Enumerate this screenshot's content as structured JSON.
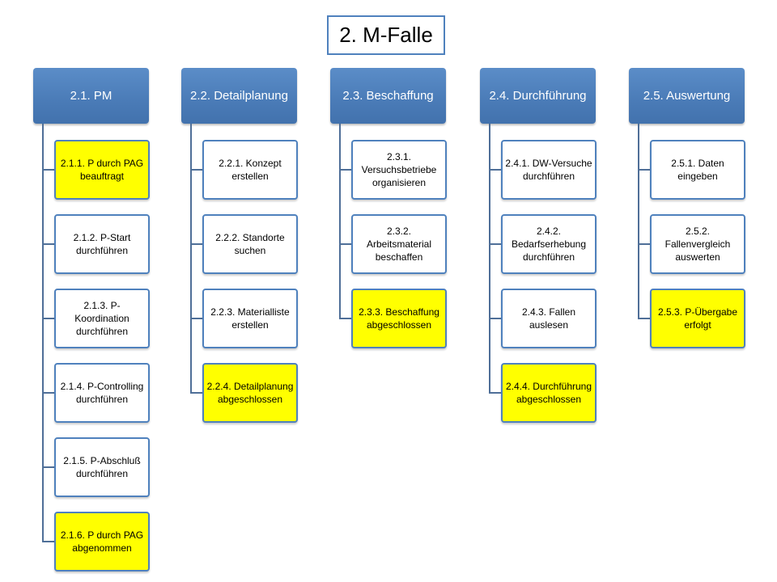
{
  "title": "2. M-Falle",
  "colors": {
    "header_fill": "#4f81bd",
    "box_border": "#4f81bd",
    "highlight": "#ffff00",
    "connector": "#4f6f98"
  },
  "columns": [
    {
      "label": "2.1. PM",
      "items": [
        {
          "label": "2.1.1. P durch PAG beauftragt",
          "highlighted": true
        },
        {
          "label": "2.1.2. P-Start durchführen",
          "highlighted": false
        },
        {
          "label": "2.1.3. P-Koordination durchführen",
          "highlighted": false
        },
        {
          "label": "2.1.4. P-Controlling durchführen",
          "highlighted": false
        },
        {
          "label": "2.1.5. P-Abschluß durchführen",
          "highlighted": false
        },
        {
          "label": "2.1.6. P durch PAG abgenommen",
          "highlighted": true
        }
      ]
    },
    {
      "label": "2.2. Detailplanung",
      "items": [
        {
          "label": "2.2.1. Konzept erstellen",
          "highlighted": false
        },
        {
          "label": "2.2.2. Standorte suchen",
          "highlighted": false
        },
        {
          "label": "2.2.3. Materialliste erstellen",
          "highlighted": false
        },
        {
          "label": "2.2.4. Detailplanung abgeschlossen",
          "highlighted": true
        }
      ]
    },
    {
      "label": "2.3. Beschaffung",
      "items": [
        {
          "label": "2.3.1. Versuchsbetriebe organisieren",
          "highlighted": false
        },
        {
          "label": "2.3.2. Arbeitsmaterial beschaffen",
          "highlighted": false
        },
        {
          "label": "2.3.3. Beschaffung abgeschlossen",
          "highlighted": true
        }
      ]
    },
    {
      "label": "2.4. Durchführung",
      "items": [
        {
          "label": "2.4.1. DW-Versuche durchführen",
          "highlighted": false
        },
        {
          "label": "2.4.2. Bedarfserhebung durchführen",
          "highlighted": false
        },
        {
          "label": "2.4.3. Fallen auslesen",
          "highlighted": false
        },
        {
          "label": "2.4.4. Durchführung abgeschlossen",
          "highlighted": true
        }
      ]
    },
    {
      "label": "2.5. Auswertung",
      "items": [
        {
          "label": "2.5.1. Daten eingeben",
          "highlighted": false
        },
        {
          "label": "2.5.2. Fallenvergleich auswerten",
          "highlighted": false
        },
        {
          "label": "2.5.3. P-Übergabe erfolgt",
          "highlighted": true
        }
      ]
    }
  ]
}
